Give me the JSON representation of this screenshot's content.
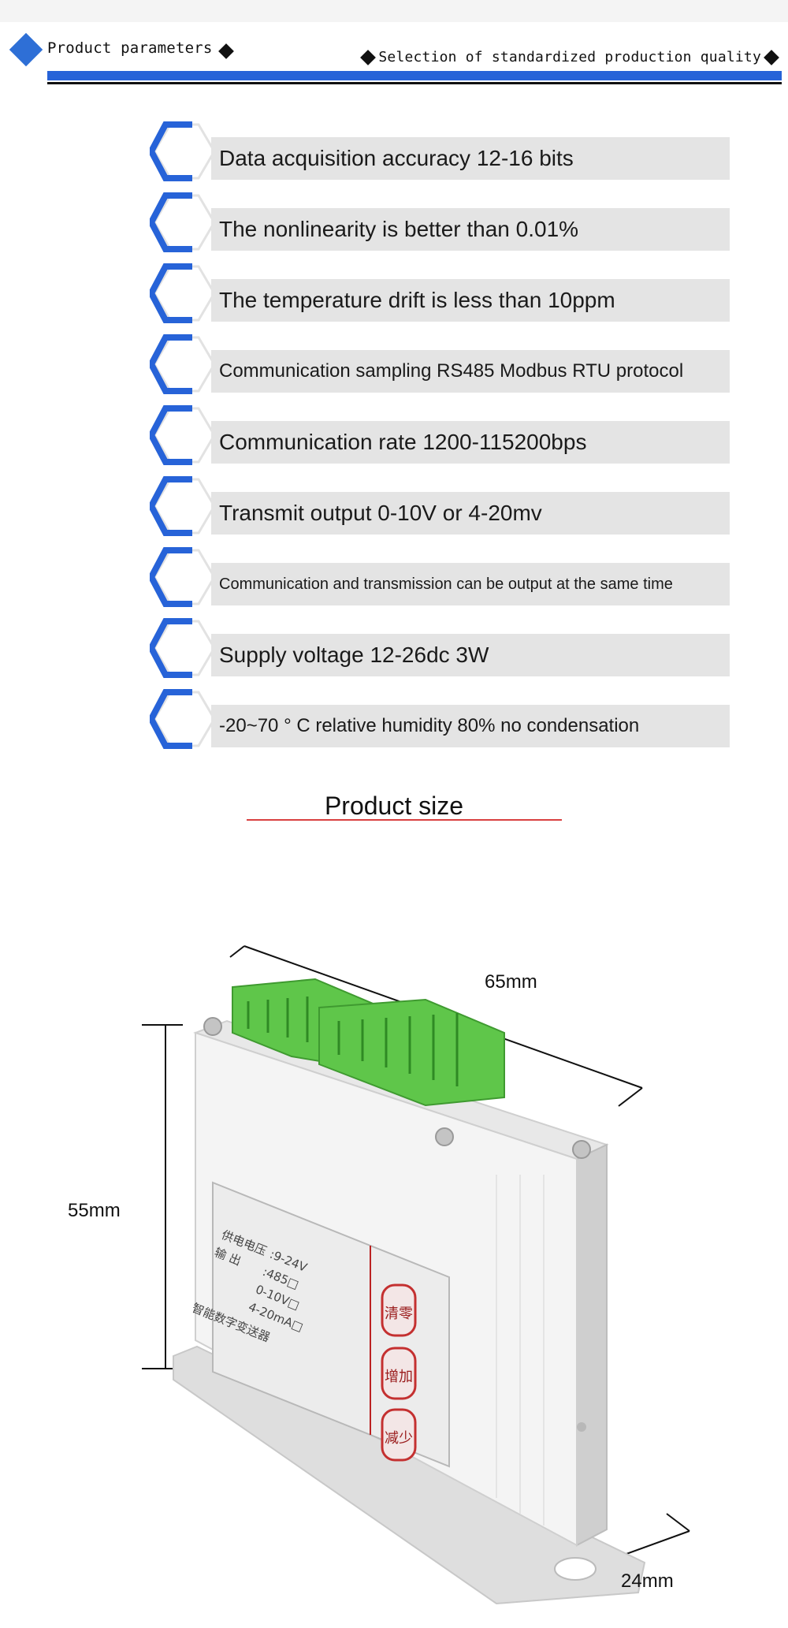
{
  "header": {
    "left_label": "Product parameters",
    "right_label": "Selection of standardized production quality"
  },
  "parameters": [
    "Data acquisition accuracy 12-16 bits",
    "The nonlinearity is better than 0.01%",
    "The temperature drift is less than 10ppm",
    "Communication sampling RS485 Modbus RTU protocol",
    "Communication rate 1200-115200bps",
    "Transmit output 0-10V or 4-20mv",
    "Communication and transmission can be output at the same time",
    "Supply voltage 12-26dc 3W",
    "-20~70 ° C relative humidity 80% no condensation"
  ],
  "product_size": {
    "title": "Product size",
    "width_label": "65mm",
    "height_label": "55mm",
    "depth_label": "24mm"
  },
  "device_label": {
    "supply": "供电电压",
    "supply_value": ":9-24V",
    "output": "输 出",
    "output_485": ":485□",
    "output_v": "0-10V□",
    "output_ma": "4-20mA□",
    "name": "智能数字变送器",
    "btn_zero": "清零",
    "btn_add": "增加",
    "btn_sub": "减少"
  },
  "colors": {
    "accent_blue": "#2763d8",
    "bar_gray": "#e4e4e4",
    "terminal_green": "#5fc64a",
    "size_rule_red": "#d94040"
  }
}
